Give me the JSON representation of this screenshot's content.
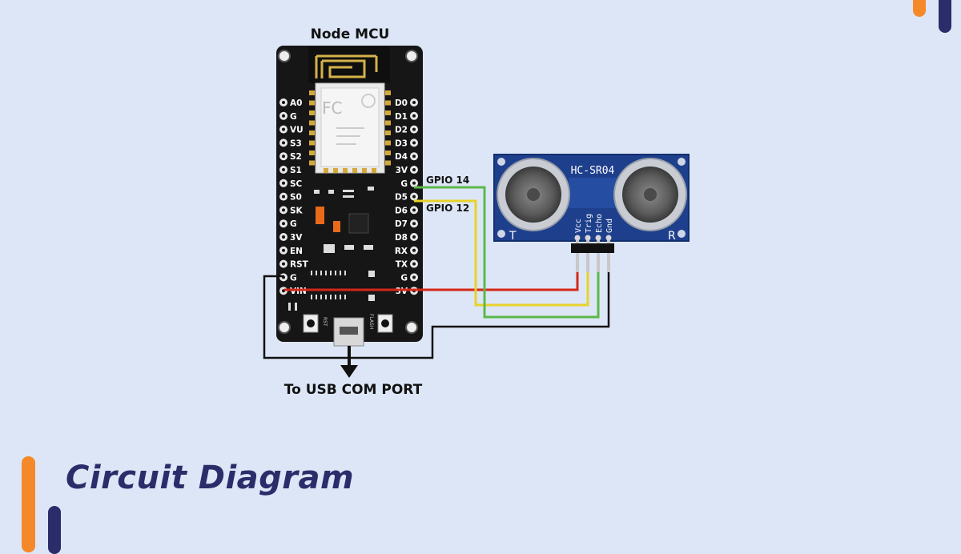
{
  "page": {
    "title": "Circuit Diagram"
  },
  "colors": {
    "background": "#dde6f6",
    "accent_orange": "#f5892a",
    "accent_navy": "#2b2d6b",
    "board": "#161616",
    "sensor_blue": "#1e3f8c",
    "wire_red": "#d62718",
    "wire_yellow": "#e8d22a",
    "wire_green": "#5cb84a",
    "wire_black": "#111111"
  },
  "nodemcu": {
    "title": "Node MCU",
    "left_pins": [
      "A0",
      "G",
      "VU",
      "S3",
      "S2",
      "S1",
      "SC",
      "S0",
      "SK",
      "G",
      "3V",
      "EN",
      "RST",
      "G",
      "VIN"
    ],
    "right_pins": [
      "D0",
      "D1",
      "D2",
      "D3",
      "D4",
      "3V",
      "G",
      "D5",
      "D6",
      "D7",
      "D8",
      "RX",
      "TX",
      "G",
      "3V"
    ],
    "button_left": "RST",
    "button_right": "FLASH"
  },
  "sensor": {
    "name": "HC-SR04",
    "pins": [
      "Vcc",
      "Trig",
      "Echo",
      "Gnd"
    ],
    "left_mark": "T",
    "right_mark": "R"
  },
  "labels": {
    "gpio14": "GPIO 14",
    "gpio12": "GPIO 12",
    "usb": "To USB COM PORT"
  }
}
